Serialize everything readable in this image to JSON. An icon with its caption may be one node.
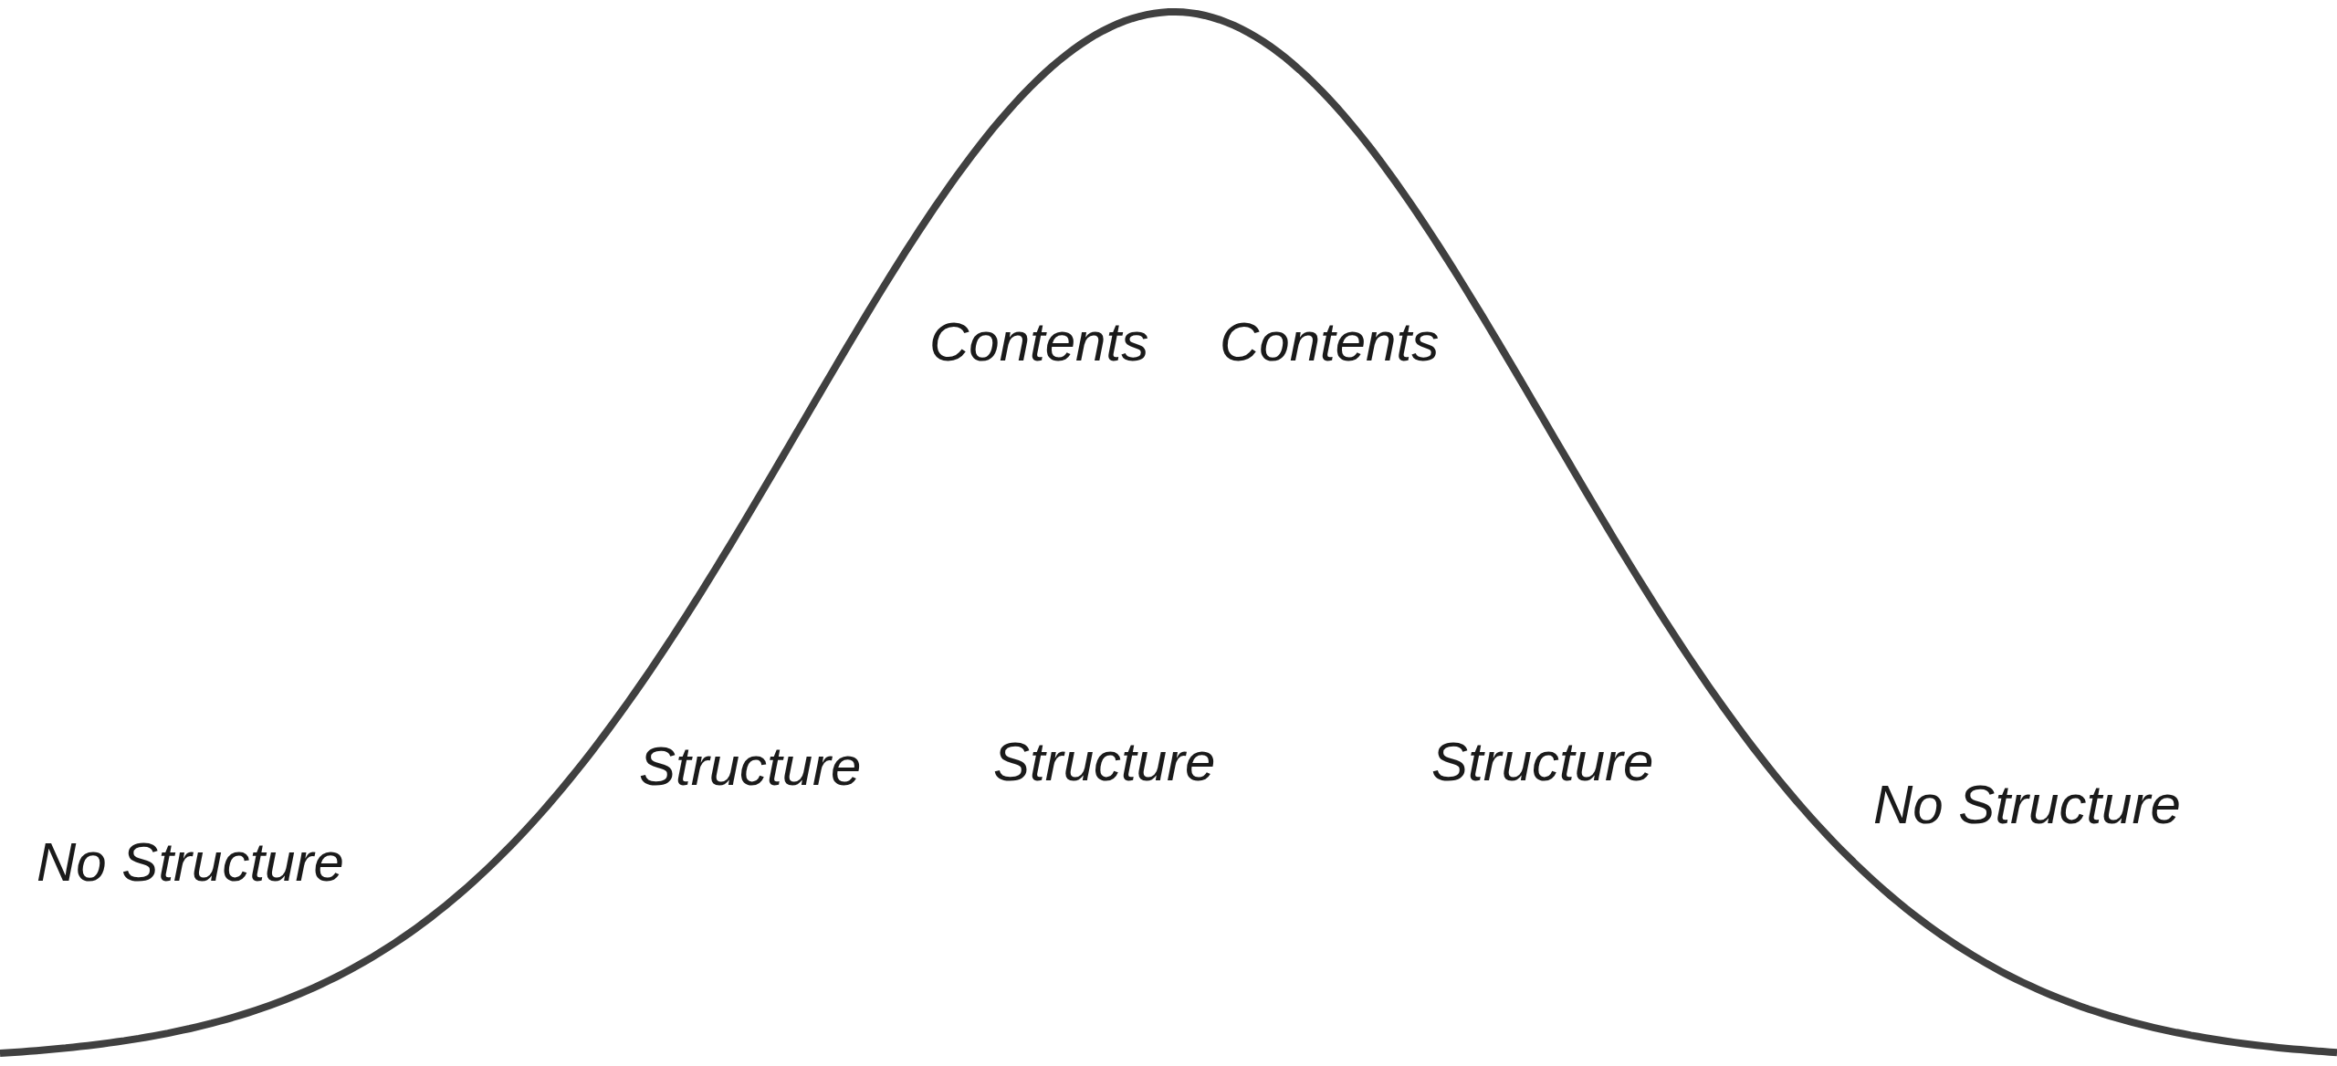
{
  "diagram": {
    "labels": [
      "Contents",
      "Contents",
      "Structure",
      "Structure",
      "Structure",
      "No Structure",
      "No Structure"
    ]
  }
}
